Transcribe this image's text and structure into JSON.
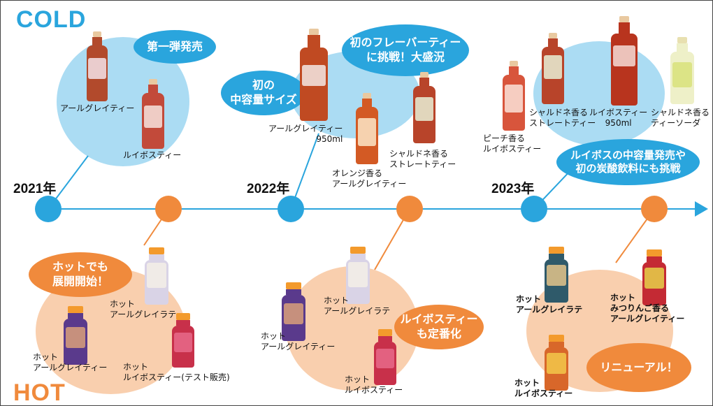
{
  "cold_title": "COLD",
  "hot_title": "HOT",
  "years": [
    "2021年",
    "2022年",
    "2023年"
  ],
  "cold_bubbles": {
    "b2021": "第一弾発売",
    "b2022_mid": "初の\n中容量サイズ",
    "b2022_flavor": "初のフレーバーティー\nに挑戦！大盛況",
    "b2023": "ルイボスの中容量発売や\n初の炭酸飲料にも挑戦"
  },
  "hot_bubbles": {
    "b2021": "ホットでも\n展開開始！",
    "b2022": "ルイボスティー\nも定番化",
    "b2023": "リニューアル！"
  },
  "cold_products": {
    "p2021_earl": "アールグレイティー",
    "p2021_rooibos": "ルイボスティー",
    "p2022_earl950": "アールグレイティー\n950ml",
    "p2022_orange": "オレンジ香る\nアールグレイティー",
    "p2022_chardonnay": "シャルドネ香る\nストレートティー",
    "p2023_peach": "ピーチ香る\nルイボスティー",
    "p2023_chardonnay": "シャルドネ香る\nストレートティー",
    "p2023_rooibos950": "ルイボスティー\n950ml",
    "p2023_soda": "シャルドネ香る\nティーソーダ"
  },
  "hot_products": {
    "h2021_latte": "ホット\nアールグレイラテ",
    "h2021_earl": "ホット\nアールグレイティー",
    "h2021_rooibos": "ホット\nルイボスティー(テスト販売)",
    "h2022_latte": "ホット\nアールグレイラテ",
    "h2022_earl": "ホット\nアールグレイティー",
    "h2022_rooibos": "ホット\nルイボスティー",
    "h2023_latte": "ホット\nアールグレイラテ",
    "h2023_apple": "ホット\nみつりんご香る\nアールグレイティー",
    "h2023_rooibos": "ホット\nルイボスティー"
  },
  "colors": {
    "cold": "#2aa5dd",
    "cold_bg": "#abdcf3",
    "hot": "#f08a3c",
    "hot_bg": "#f9cfae",
    "line": "#2aa5dd"
  }
}
